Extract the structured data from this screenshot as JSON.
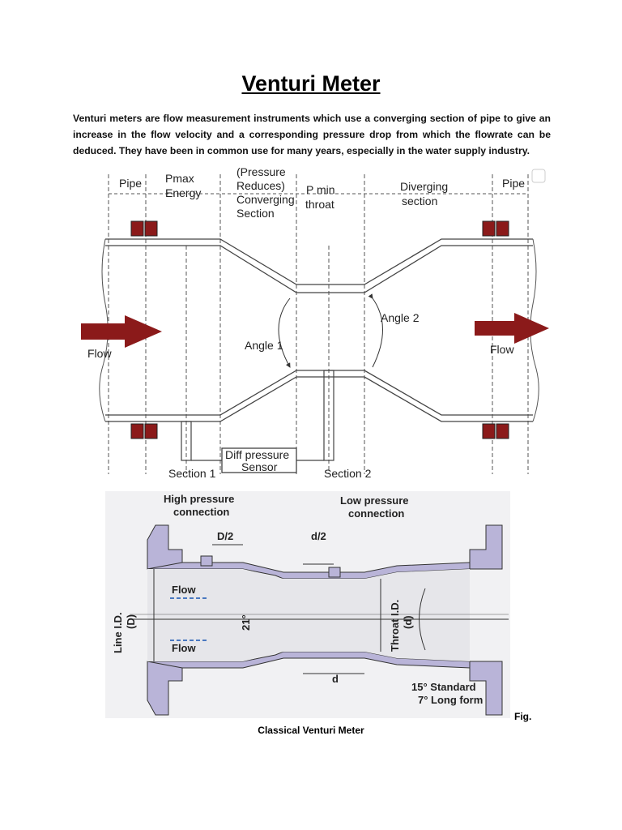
{
  "title": "Venturi Meter",
  "intro": "Venturi meters are flow measurement instruments which use a converging section of pipe to give an increase in the flow velocity and a corresponding pressure drop from which the flowrate can be deduced. They have been in common use for many years, especially in the water supply industry.",
  "diagram1": {
    "pipe_left": "Pipe",
    "pmax_line1": "Pmax",
    "pmax_line2": "Energy",
    "converging_line1": "(Pressure",
    "converging_line2": "Reduces)",
    "converging_line3": "Converging",
    "converging_line4": "Section",
    "pmin_line1": "P min",
    "pmin_line2": "throat",
    "diverging_line1": "Diverging",
    "diverging_line2": "section",
    "pipe_right": "Pipe",
    "flow_left": "Flow",
    "flow_right": "Flow",
    "angle1": "Angle 1",
    "angle2": "Angle 2",
    "sensor_line1": "Diff pressure",
    "sensor_line2": "Sensor",
    "section1": "Section 1",
    "section2": "Section 2",
    "arrow_color": "#8b1a1a"
  },
  "diagram2": {
    "high_line1": "High pressure",
    "high_line2": "connection",
    "low_line1": "Low pressure",
    "low_line2": "connection",
    "D2": "D/2",
    "d2": "d/2",
    "flow1": "Flow",
    "flow2": "Flow",
    "line_id_1": "Line I.D.",
    "line_id_2": "(D)",
    "throat_id_1": "Throat I.D.",
    "throat_id_2": "(d)",
    "angle21": "21°",
    "d": "d",
    "standard": "15° Standard",
    "longform": "7° Long form",
    "flange_color": "#b9b4d8"
  },
  "fig_label": "Fig.",
  "caption": "Classical Venturi Meter"
}
